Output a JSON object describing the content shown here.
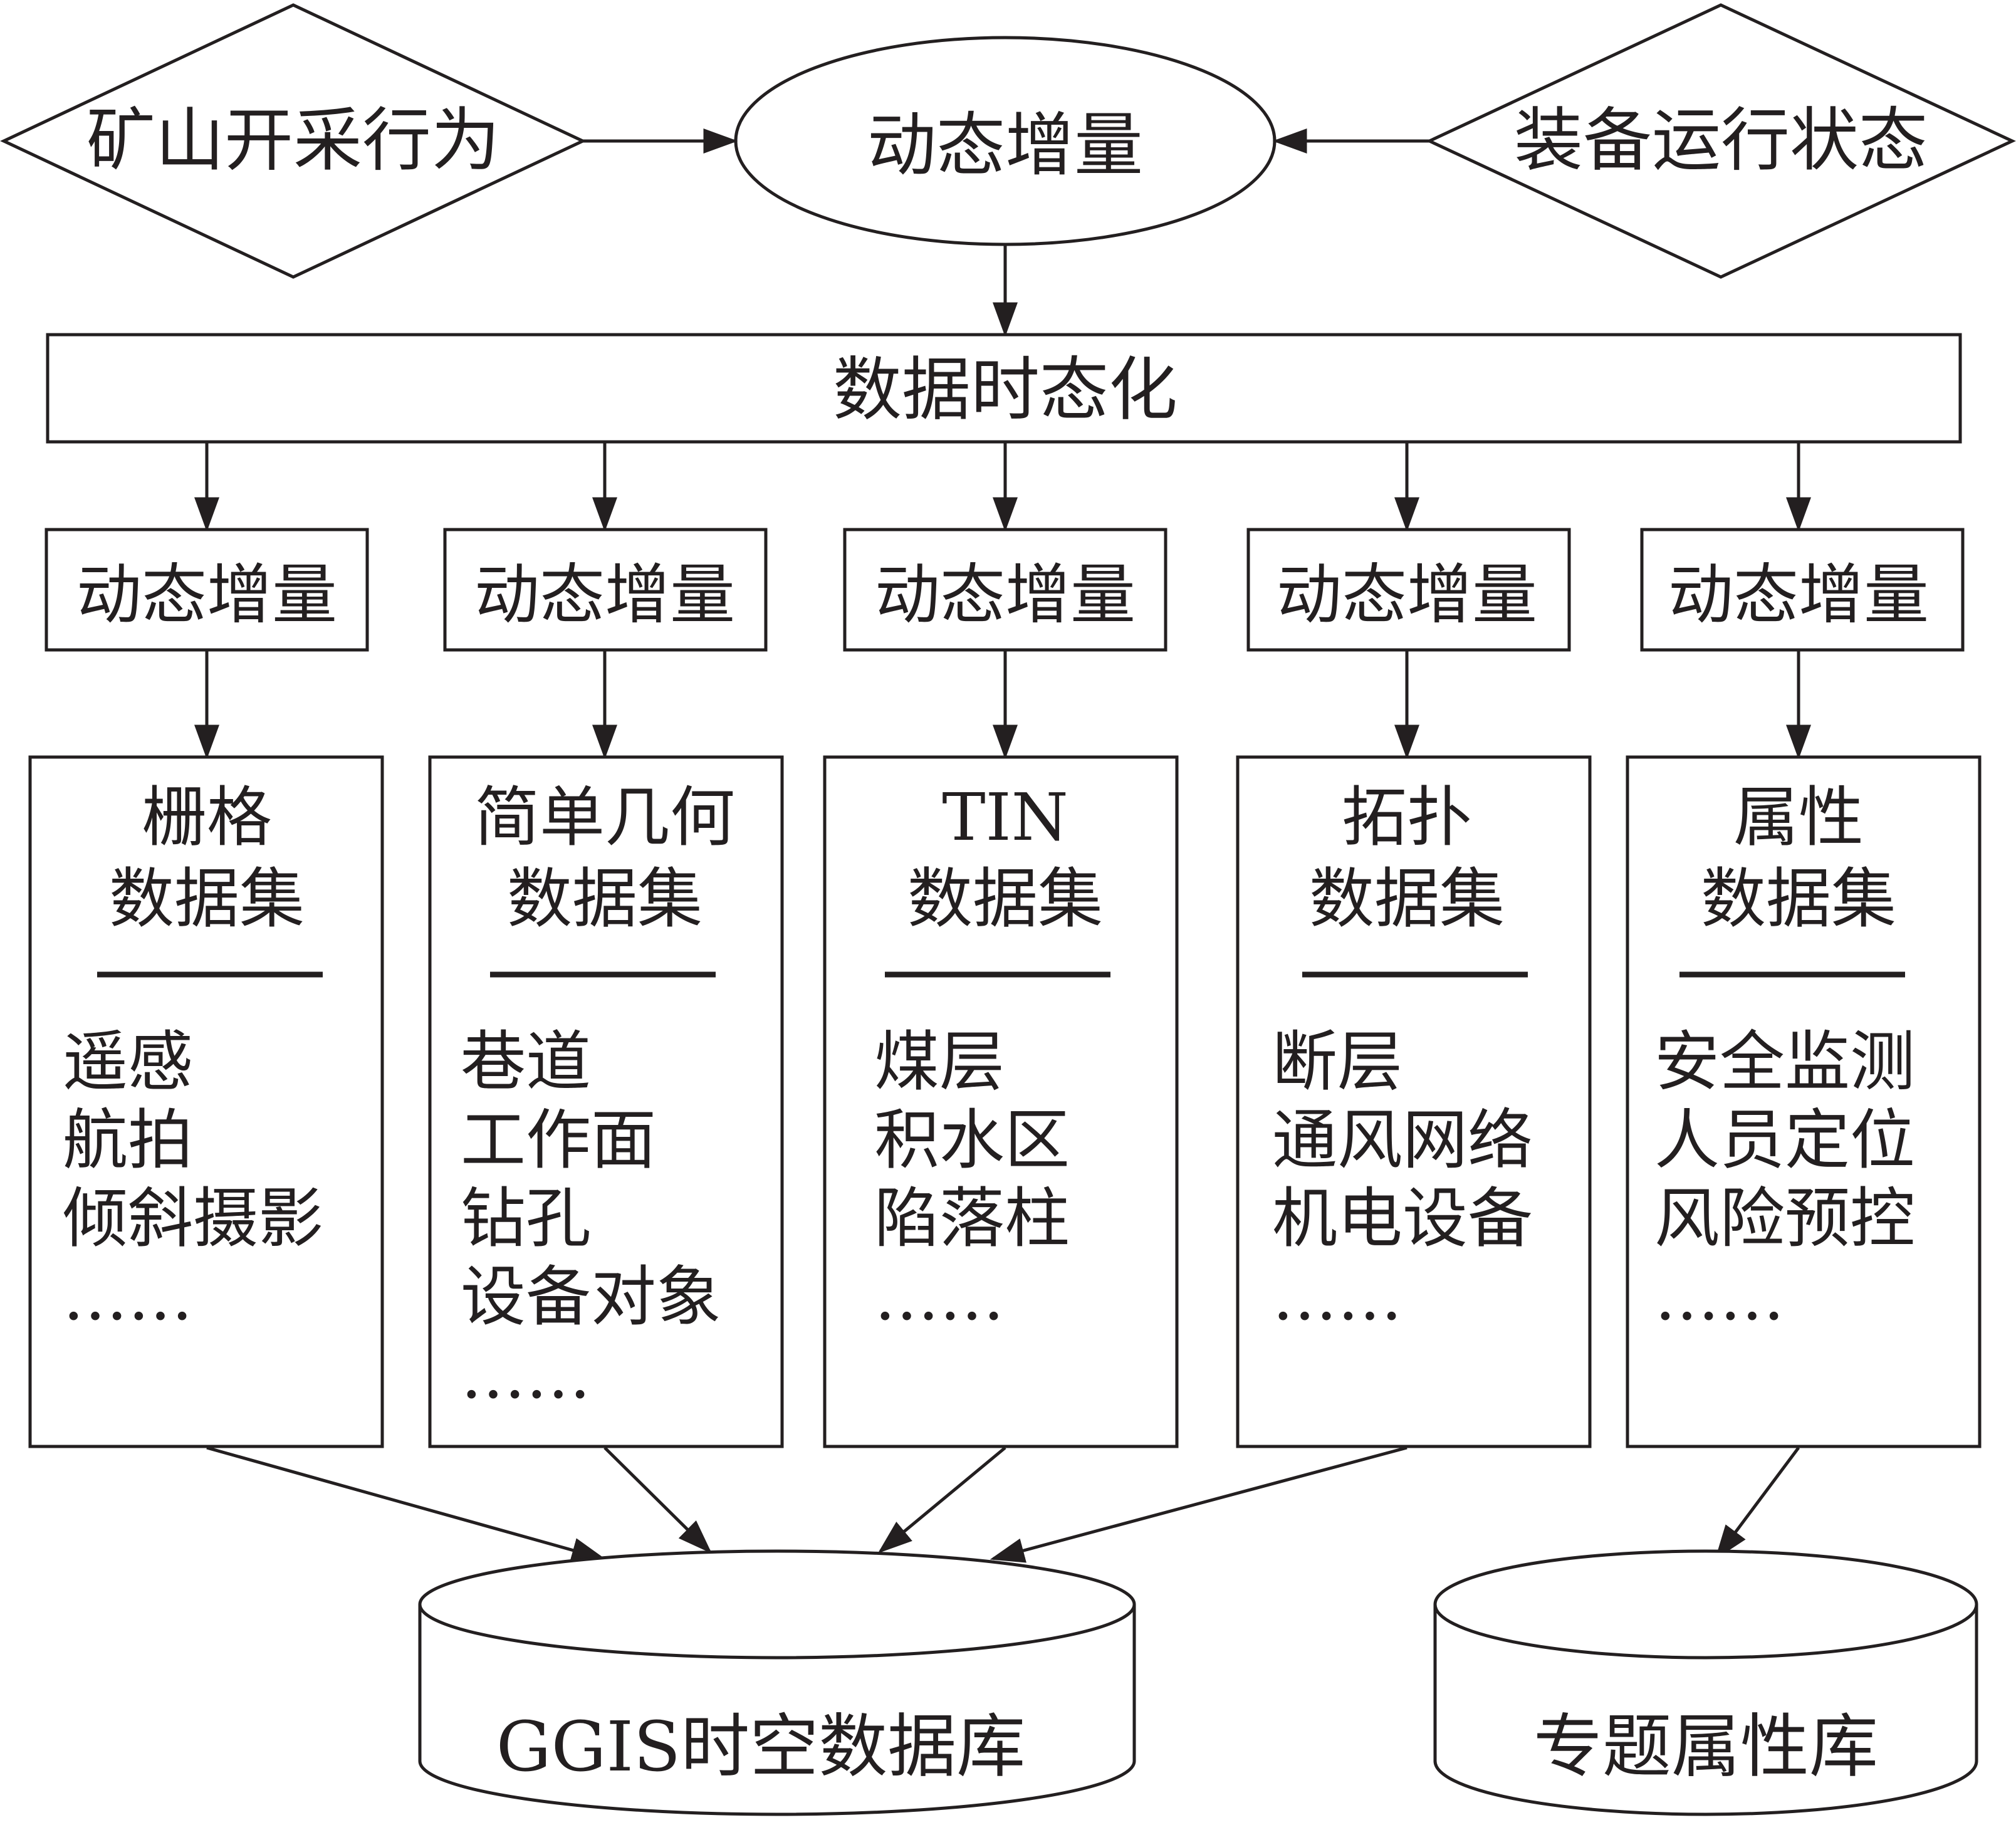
{
  "inputs": {
    "left": "矿山开采行为",
    "center": "动态增量",
    "right": "装备运行状态"
  },
  "process": "数据时态化",
  "columns": [
    {
      "increment": "动态增量",
      "title": [
        "栅格",
        "数据集"
      ],
      "items": [
        "遥感",
        "航拍",
        "倾斜摄影",
        "……"
      ]
    },
    {
      "increment": "动态增量",
      "title": [
        "简单几何",
        "数据集"
      ],
      "items": [
        "巷道",
        "工作面",
        "钻孔",
        "设备对象",
        "……"
      ]
    },
    {
      "increment": "动态增量",
      "title": [
        "TIN",
        "数据集"
      ],
      "items": [
        "煤层",
        "积水区",
        "陷落柱",
        "……"
      ]
    },
    {
      "increment": "动态增量",
      "title": [
        "拓扑",
        "数据集"
      ],
      "items": [
        "断层",
        "通风网络",
        "机电设备",
        "……"
      ]
    },
    {
      "increment": "动态增量",
      "title": [
        "属性",
        "数据集"
      ],
      "items": [
        "安全监测",
        "人员定位",
        "风险预控",
        "……"
      ]
    }
  ],
  "databases": {
    "main": "GGIS时空数据库",
    "attribute": "专题属性库"
  }
}
